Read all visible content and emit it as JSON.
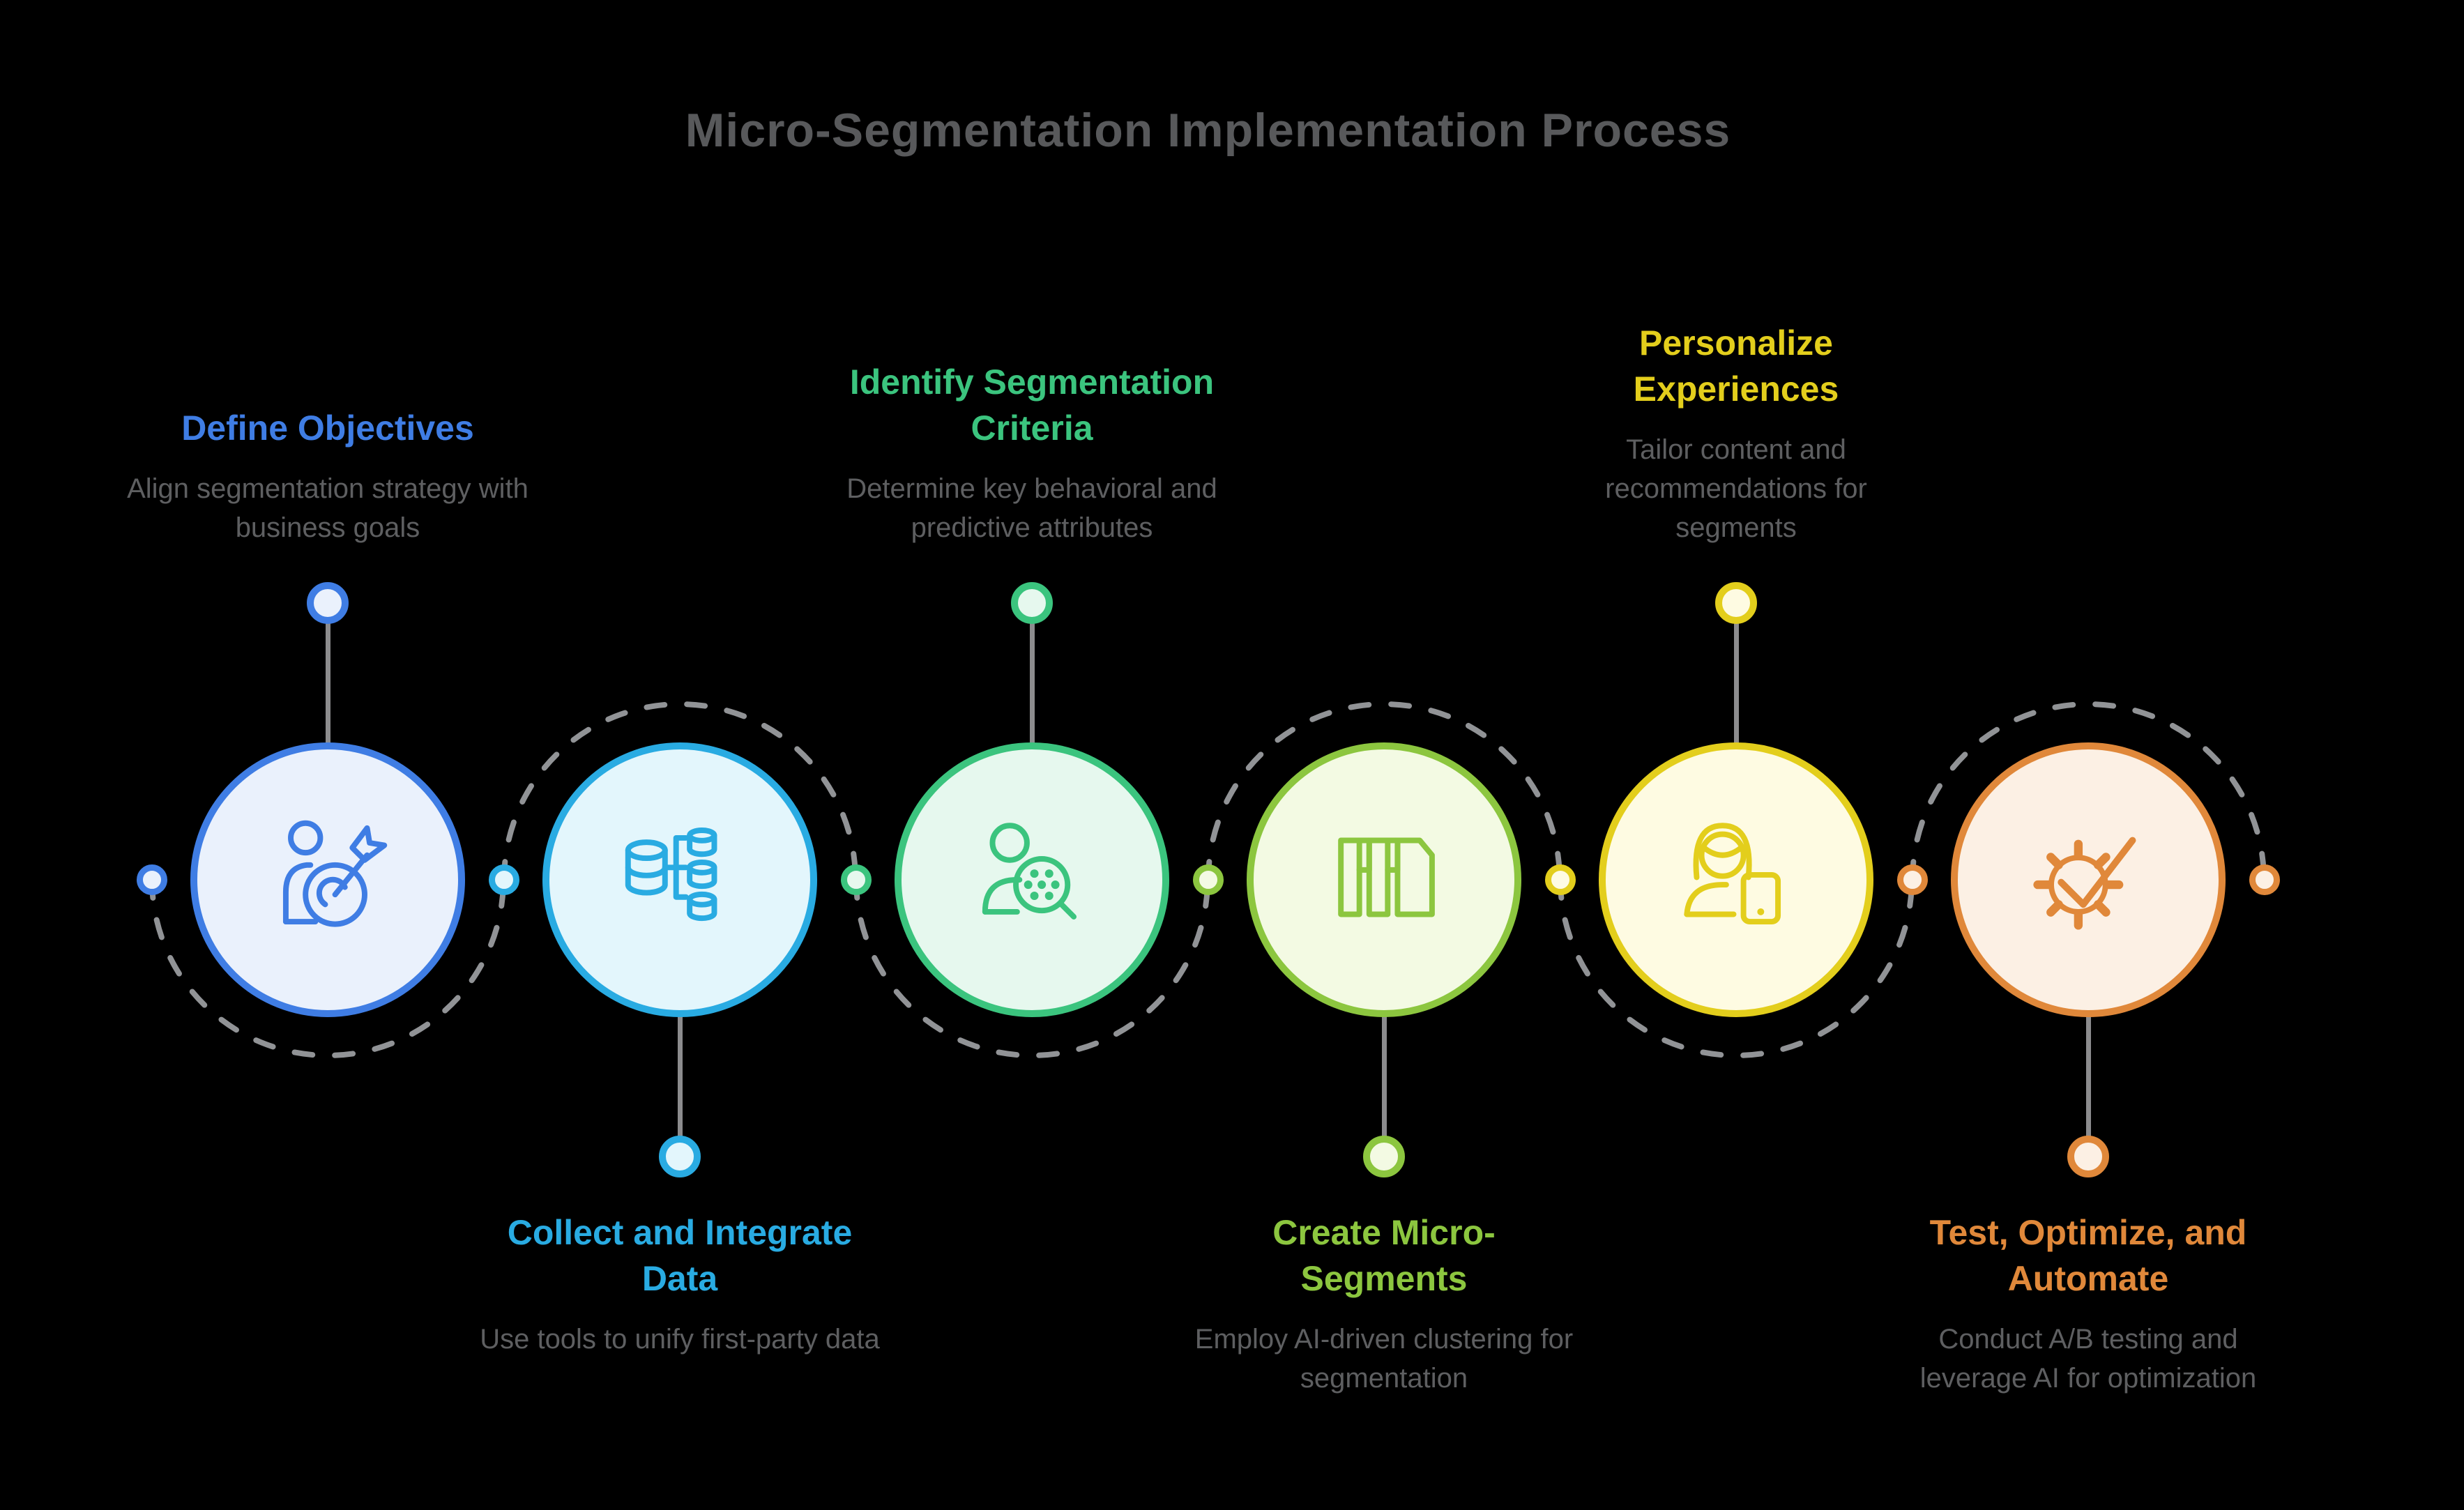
{
  "title": "Micro-Segmentation Implementation Process",
  "colors": {
    "background": "#000000",
    "title_text": "#58595B",
    "description_text": "#5E5F61",
    "connector_line": "#8C8C8E",
    "dashed_ring": "#919396"
  },
  "steps": [
    {
      "title": "Define Objectives",
      "description": "Align segmentation strategy with business goals",
      "icon": "person-target-icon",
      "label_position": "above",
      "colors": {
        "accent": "#3F7DE4",
        "fill": "#EAF1FC"
      }
    },
    {
      "title": "Collect and Integrate Data",
      "description": "Use tools to unify first-party data",
      "icon": "database-integration-icon",
      "label_position": "below",
      "colors": {
        "accent": "#29ABE2",
        "fill": "#E3F6FC"
      }
    },
    {
      "title": "Identify Segmentation Criteria",
      "description": "Determine key behavioral and predictive attributes",
      "icon": "person-cluster-magnifier-icon",
      "label_position": "above",
      "colors": {
        "accent": "#3BC47E",
        "fill": "#E6F8EE"
      }
    },
    {
      "title": "Create Micro-Segments",
      "description": "Employ AI-driven clustering for segmentation",
      "icon": "segmented-bars-icon",
      "label_position": "below",
      "colors": {
        "accent": "#8CC63F",
        "fill": "#F3FAE3"
      }
    },
    {
      "title": "Personalize Experiences",
      "description": "Tailor content and recommendations for segments",
      "icon": "person-device-icon",
      "label_position": "above",
      "colors": {
        "accent": "#E3CE1C",
        "fill": "#FEFBE2"
      }
    },
    {
      "title": "Test, Optimize, and Automate",
      "description": "Conduct A/B testing and leverage AI for optimization",
      "icon": "gear-check-icon",
      "label_position": "below",
      "colors": {
        "accent": "#E0883A",
        "fill": "#FCF0E4"
      }
    }
  ],
  "path_dots": [
    {
      "color": "#3F7DE4",
      "fill": "#EAF1FC"
    },
    {
      "color": "#29ABE2",
      "fill": "#E3F6FC"
    },
    {
      "color": "#3BC47E",
      "fill": "#E6F8EE"
    },
    {
      "color": "#8CC63F",
      "fill": "#F3FAE3"
    },
    {
      "color": "#E3CE1C",
      "fill": "#FEFBE2"
    },
    {
      "color": "#E0883A",
      "fill": "#FCF0E4"
    },
    {
      "color": "#E0883A",
      "fill": "#FCF0E4"
    }
  ]
}
